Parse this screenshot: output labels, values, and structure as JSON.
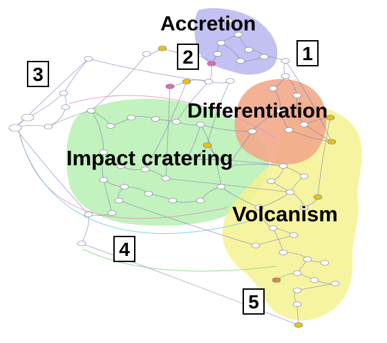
{
  "regions": [
    {
      "key": "accretion",
      "label": "Accretion",
      "color": "#b9b6f0"
    },
    {
      "key": "differentiation",
      "label": "Differentiation",
      "color": "#f2a98b"
    },
    {
      "key": "impact",
      "label": "Impact cratering",
      "color": "#b7f0b2"
    },
    {
      "key": "volcanism",
      "label": "Volcanism",
      "color": "#f6f291"
    }
  ],
  "markers": [
    "1",
    "2",
    "3",
    "4",
    "5"
  ],
  "colors": {
    "edge": "#7a7fb5",
    "edge_pink": "#e58ab8",
    "edge_green": "#7ccf7c",
    "node_fill": "#ffffff",
    "node_stroke": "#6f6f8a",
    "node_yellow": "#e2c21c",
    "node_pink": "#d76fb0",
    "node_orange": "#d9874f"
  }
}
